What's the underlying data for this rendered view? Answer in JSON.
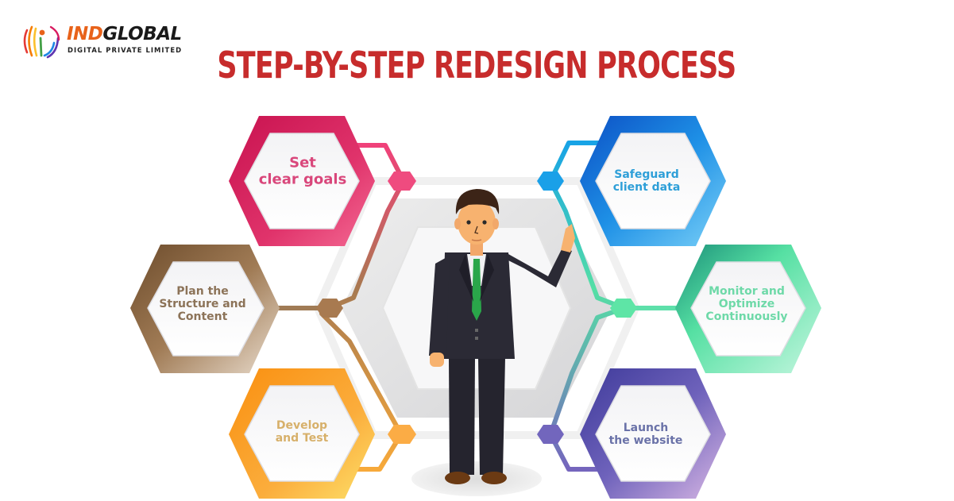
{
  "logo": {
    "brand_part1": "IND",
    "brand_part2": "GLOBAL",
    "subtitle": "DIGITAL PRIVATE LIMITED",
    "icon": "colorful-globe-person-icon",
    "colors": {
      "brand_orange": "#e8621a",
      "brand_dark": "#1a1a1a"
    }
  },
  "title": "STEP-BY-STEP REDESIGN PROCESS",
  "title_color": "#c72c2c",
  "steps": [
    {
      "id": "set-goals",
      "line1": "Set",
      "line2": "clear goals",
      "line3": "",
      "side": "left",
      "position": "top",
      "color": "#e0336b",
      "text_color": "#d9477b"
    },
    {
      "id": "plan-structure",
      "line1": "Plan the",
      "line2": "Structure and",
      "line3": "Content",
      "side": "left",
      "position": "middle",
      "color": "#9a7550",
      "text_color": "#8c7358"
    },
    {
      "id": "develop-test",
      "line1": "Develop",
      "line2": "and Test",
      "line3": "",
      "side": "left",
      "position": "bottom",
      "color": "#f8a530",
      "text_color": "#d7b06a"
    },
    {
      "id": "safeguard-data",
      "line1": "Safeguard",
      "line2": "client data",
      "line3": "",
      "side": "right",
      "position": "top",
      "color": "#1f8ee8",
      "text_color": "#2e9fd8"
    },
    {
      "id": "monitor-optimize",
      "line1": "Monitor and",
      "line2": "Optimize",
      "line3": "Continuously",
      "side": "right",
      "position": "middle",
      "color": "#4fd9a0",
      "text_color": "#6ed9a8"
    },
    {
      "id": "launch-website",
      "line1": "Launch",
      "line2": "the website",
      "line3": "",
      "side": "right",
      "position": "bottom",
      "color": "#6a5bb5",
      "text_color": "#6a72a8"
    }
  ],
  "center_figure": "businessman-waving-illustration"
}
